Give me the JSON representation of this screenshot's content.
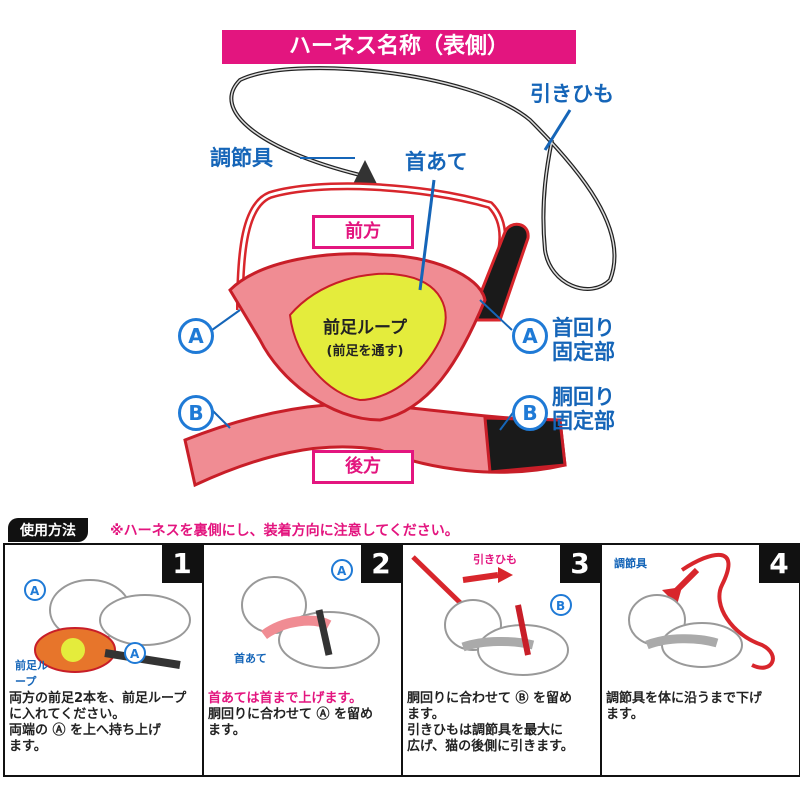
{
  "title": "ハーネス名称（表側）",
  "labels": {
    "leash": "引きひも",
    "adjuster": "調節具",
    "neck_pad": "首あて",
    "front": "前方",
    "back": "後方",
    "loop_title": "前足ループ",
    "loop_sub": "(前足を通す)",
    "a_mark": "A",
    "b_mark": "B",
    "a_fix_line1": "首回り",
    "a_fix_line2": "固定部",
    "b_fix_line1": "胴回り",
    "b_fix_line2": "固定部"
  },
  "usage": {
    "tag": "使用方法",
    "warning": "※ハーネスを裏側にし、装着方向に注意してください。"
  },
  "steps": [
    {
      "num": "1",
      "label": "前足ループ",
      "lines": [
        "両方の前足2本を、前足ループ",
        "に入れてください。",
        "両端の Ⓐ を上へ持ち上げ",
        "ます。"
      ]
    },
    {
      "num": "2",
      "label": "首あて",
      "highlight": "首あては首まで上げます。",
      "lines": [
        "胴回りに合わせて Ⓐ を留め",
        "ます。"
      ]
    },
    {
      "num": "3",
      "label": "引きひも",
      "lines": [
        "胴回りに合わせて Ⓑ を留め",
        "ます。",
        "引きひもは調節具を最大に",
        "広げ、猫の後側に引きます。"
      ]
    },
    {
      "num": "4",
      "label": "調節具",
      "lines": [
        "調節具を体に沿うまで下げ",
        "ます。"
      ]
    }
  ]
}
